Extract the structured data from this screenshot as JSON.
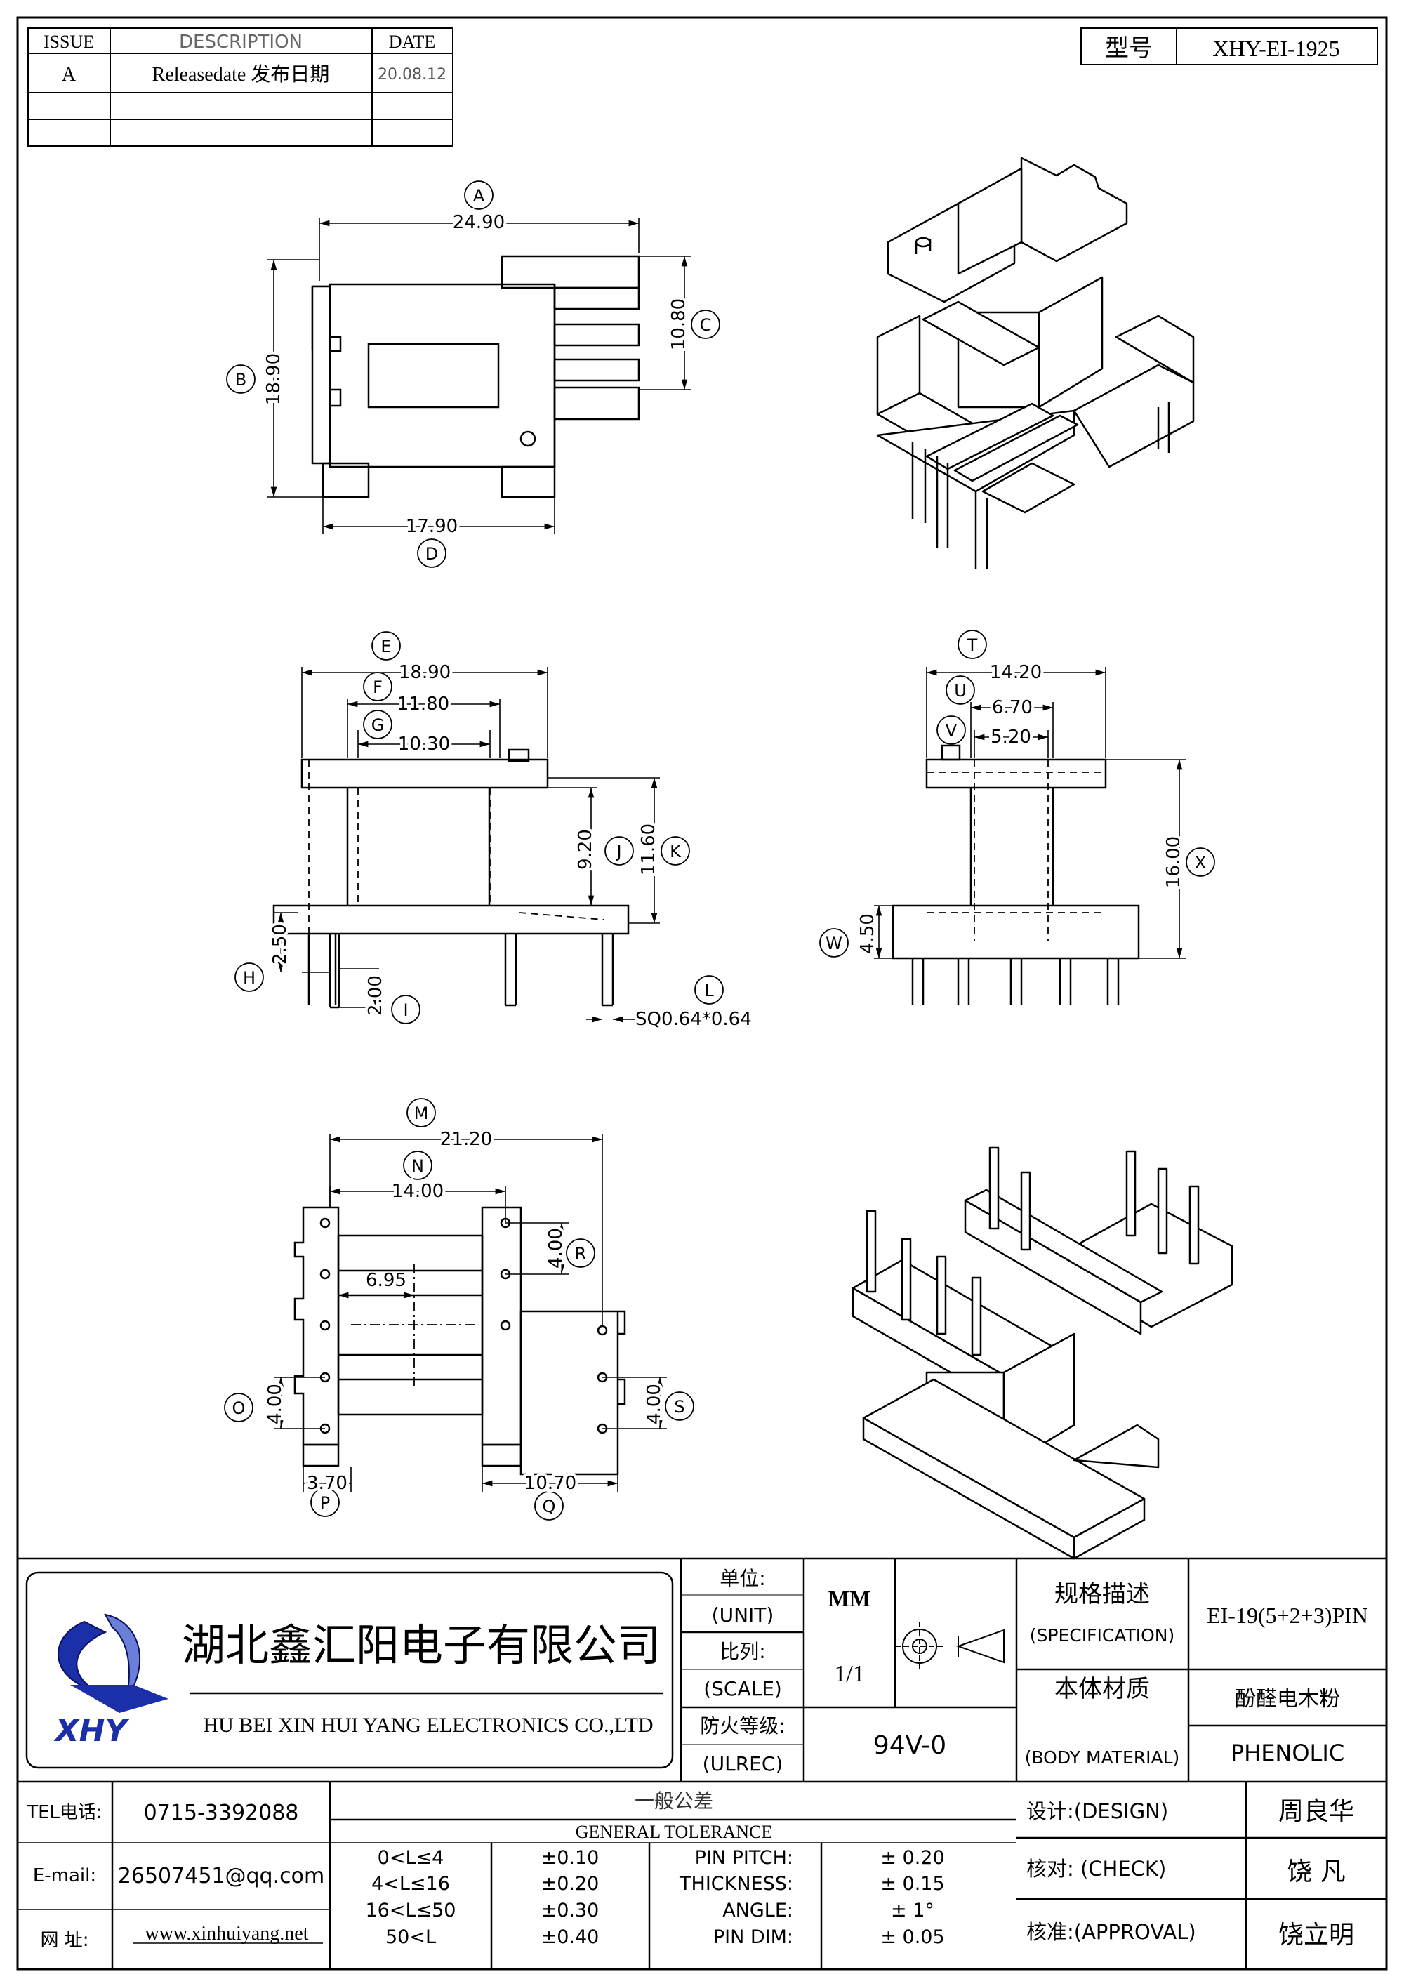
{
  "revision_table": {
    "headers": [
      "ISSUE",
      "DESCRIPTION",
      "DATE"
    ],
    "rows": [
      {
        "issue": "A",
        "description": "Releasedate 发布日期",
        "date": "20.08.12"
      }
    ]
  },
  "model": {
    "label": "型号",
    "value": "XHY-EI-1925"
  },
  "dimensions": {
    "A": "24.90",
    "B": "18.90",
    "C": "10.80",
    "D": "17.90",
    "E": "18.90",
    "F": "11.80",
    "G": "10.30",
    "H": "2.50",
    "I": "2.00",
    "J": "9.20",
    "K": "11.60",
    "L": "SQ0.64*0.64",
    "T": "14.20",
    "U": "6.70",
    "V": "5.20",
    "W": "4.50",
    "X": "16.00",
    "M": "21.20",
    "N": "14.00",
    "R": "4.00",
    "O": "4.00",
    "S": "4.00",
    "P": "3.70",
    "Q": "10.70",
    "mid": "6.95"
  },
  "title_block": {
    "company_cn": "湖北鑫汇阳电子有限公司",
    "company_en": "HU BEI XIN HUI YANG ELECTRONICS CO.,LTD",
    "logo_text": "XHY",
    "unit_label_cn": "单位:",
    "unit_label_en": "(UNIT)",
    "unit_value": "MM",
    "scale_label_cn": "比列:",
    "scale_label_en": "(SCALE)",
    "scale_value": "1/1",
    "flame_label_cn": "防火等级:",
    "flame_label_en": "(ULREC)",
    "flame_value": "94V-0",
    "spec_label_cn": "规格描述",
    "spec_label_en": "(SPECIFICATION)",
    "spec_value": "EI-19(5+2+3)PIN",
    "material_label_cn": "本体材质",
    "material_label_en": "(BODY MATERIAL)",
    "material_value_cn": "酚醛电木粉",
    "material_value_en": "PHENOLIC"
  },
  "contact": {
    "tel_label": "TEL电话:",
    "tel": "0715-3392088",
    "email_label": "E-mail:",
    "email": "26507451@qq.com",
    "web_label": "网 址:",
    "web": "www.xinhuiyang.net"
  },
  "tolerance": {
    "title_cn": "一般公差",
    "title_en": "GENERAL TOLERANCE",
    "rows": [
      {
        "range": "0<L≤4",
        "tol": "±0.10",
        "item": "PIN PITCH:",
        "item_tol": "± 0.20"
      },
      {
        "range": "4<L≤16",
        "tol": "±0.20",
        "item": "THICKNESS:",
        "item_tol": "± 0.15"
      },
      {
        "range": "16<L≤50",
        "tol": "±0.30",
        "item": "ANGLE:",
        "item_tol": "± 1°"
      },
      {
        "range": "50<L",
        "tol": "±0.40",
        "item": "PIN DIM:",
        "item_tol": "± 0.05"
      }
    ]
  },
  "signoff": {
    "design_label": "设计:(DESIGN)",
    "design_name": "周良华",
    "check_label": "核对: (CHECK)",
    "check_name": "饶 凡",
    "approval_label": "核准:(APPROVAL)",
    "approval_name": "饶立明"
  }
}
